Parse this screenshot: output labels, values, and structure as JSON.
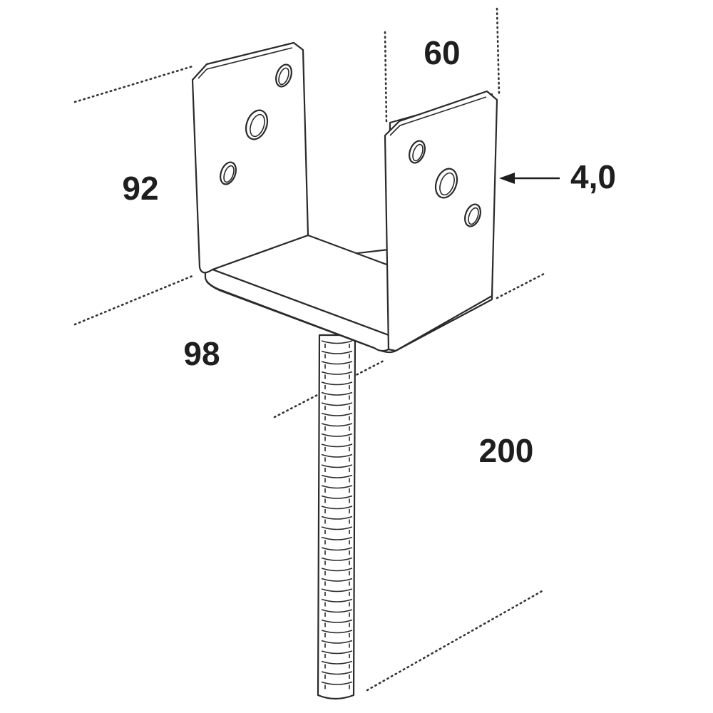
{
  "dimensions": {
    "width_top": "60",
    "height": "92",
    "thickness": "4,0",
    "depth": "98",
    "rod_length": "200"
  },
  "colors": {
    "line": "#2a2a2a",
    "text": "#1e1e1e",
    "background": "#ffffff"
  }
}
